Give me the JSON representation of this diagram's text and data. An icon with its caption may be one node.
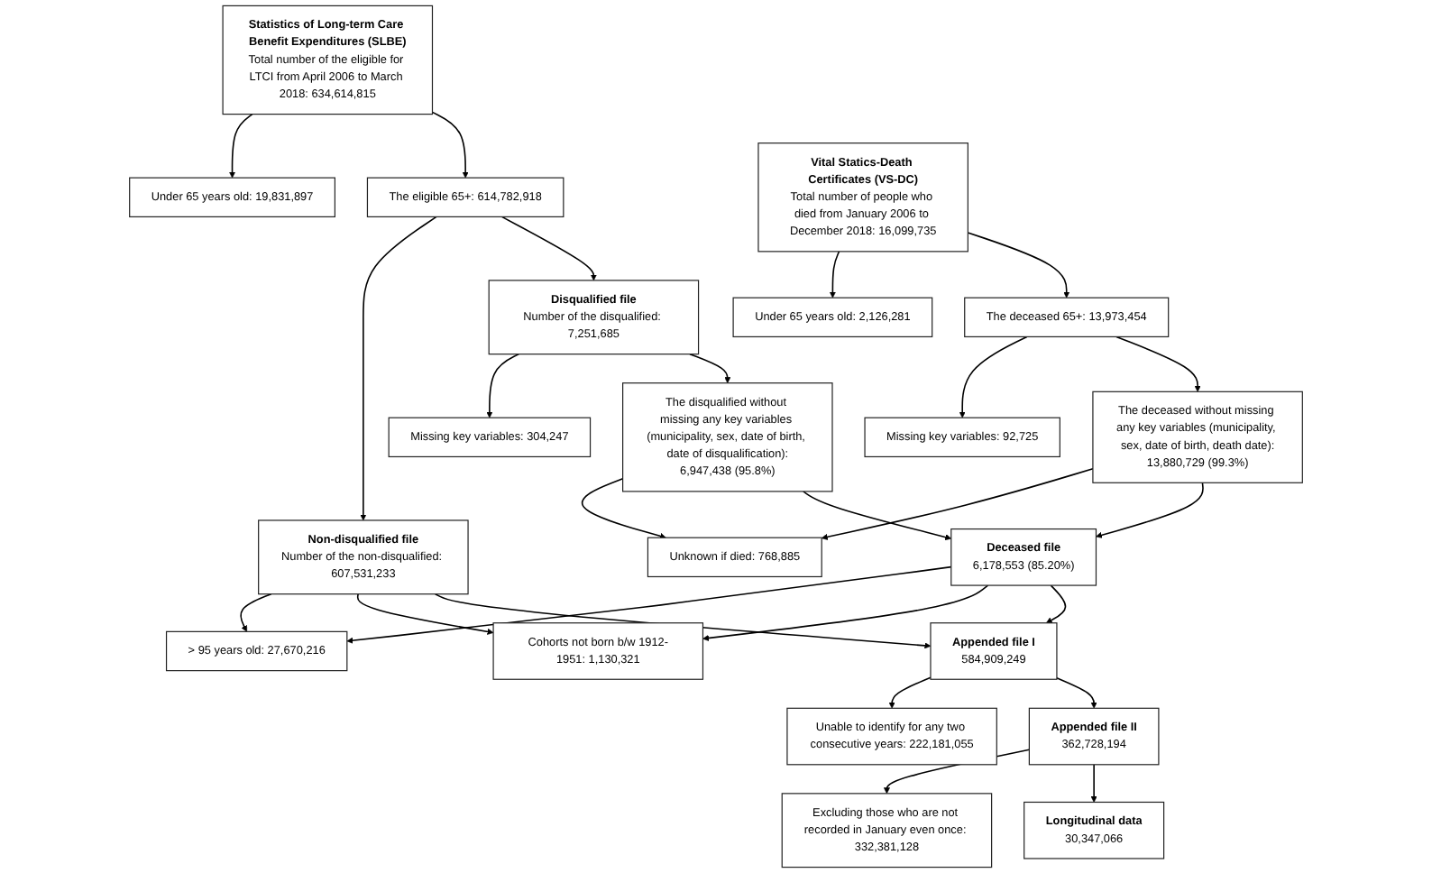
{
  "diagram": {
    "nodes": [
      {
        "text": [
          "Statistics of Long-term Care Benefit Expenditures (SLBE)",
          "Total number of the eligible for LTCI from April 2006 to March 2018: 634,614,815"
        ]
      },
      {
        "text": [
          "Under 65 years old: 19,831,897"
        ]
      },
      {
        "text": [
          "The eligible 65+: 614,782,918"
        ]
      },
      {
        "text": [
          "Non-disqualified file",
          "Number of the non-disqualified: 607,531,233"
        ]
      },
      {
        "text": [
          "Disqualified file",
          "Number of the disqualified: 7,251,685"
        ]
      },
      {
        "text": [
          "Missing key variables: 304,247"
        ]
      },
      {
        "text": [
          "The disqualified without missing any key variables (municipality, sex, date of birth, date of disqualification):",
          "6,947,438 (95.8%)"
        ]
      },
      {
        "text": [
          "Vital Statics-Death Certificates (VS-DC)",
          "Total number of people who died from January 2006 to December 2018: 16,099,735"
        ]
      },
      {
        "text": [
          "Under 65 years old: 2,126,281"
        ]
      },
      {
        "text": [
          "The deceased 65+: 13,973,454"
        ]
      },
      {
        "text": [
          "Missing key variables: 92,725"
        ]
      },
      {
        "text": [
          "The deceased without missing any key variables (municipality, sex, date of birth, death date):",
          "13,880,729 (99.3%)"
        ]
      },
      {
        "text": [
          "Unknown if died: 768,885"
        ]
      },
      {
        "text": [
          "Deceased file",
          "6,178,553 (85.20%)"
        ]
      },
      {
        "text": [
          "> 95 years old: 27,670,216"
        ]
      },
      {
        "text": [
          "Cohorts not born b/w 1912-1951: 1,130,321"
        ]
      },
      {
        "text": [
          "Appended file I",
          "584,909,249"
        ]
      },
      {
        "text": [
          "Unable to identify for any two consecutive years: 222,181,055"
        ]
      },
      {
        "text": [
          "Appended file II",
          "362,728,194"
        ]
      },
      {
        "text": [
          "Excluding those who are not recorded in January even once: 332,381,128"
        ]
      },
      {
        "text": [
          "Longitudinal data",
          "30,347,066"
        ]
      }
    ],
    "edges": [
      {
        "from": 0,
        "to": 1,
        "arrow": "to"
      },
      {
        "from": 0,
        "to": 2,
        "arrow": "to"
      },
      {
        "from": 2,
        "to": 3,
        "arrow": "to"
      },
      {
        "from": 2,
        "to": 4,
        "arrow": "to"
      },
      {
        "from": 4,
        "to": 5,
        "arrow": "to"
      },
      {
        "from": 4,
        "to": 6,
        "arrow": "to"
      },
      {
        "from": 7,
        "to": 8,
        "arrow": "to"
      },
      {
        "from": 7,
        "to": 9,
        "arrow": "to"
      },
      {
        "from": 9,
        "to": 10,
        "arrow": "to"
      },
      {
        "from": 9,
        "to": 11,
        "arrow": "to"
      },
      {
        "from": 6,
        "to": 12,
        "arrow": "to"
      },
      {
        "from": 11,
        "to": 12,
        "arrow": "to"
      },
      {
        "from": 6,
        "to": 13,
        "arrow": "to"
      },
      {
        "from": 11,
        "to": 13,
        "arrow": "to"
      },
      {
        "from": 3,
        "to": 14,
        "arrow": "to"
      },
      {
        "from": 13,
        "to": 14,
        "arrow": "to"
      },
      {
        "from": 3,
        "to": 15,
        "arrow": "to"
      },
      {
        "from": 13,
        "to": 15,
        "arrow": "to"
      },
      {
        "from": 3,
        "to": 16,
        "arrow": "to"
      },
      {
        "from": 13,
        "to": 16,
        "arrow": "to"
      },
      {
        "from": 16,
        "to": 17,
        "arrow": "to"
      },
      {
        "from": 16,
        "to": 18,
        "arrow": "to"
      },
      {
        "from": 18,
        "to": 19,
        "arrow": "to"
      },
      {
        "from": 18,
        "to": 20,
        "arrow": "to"
      }
    ]
  }
}
